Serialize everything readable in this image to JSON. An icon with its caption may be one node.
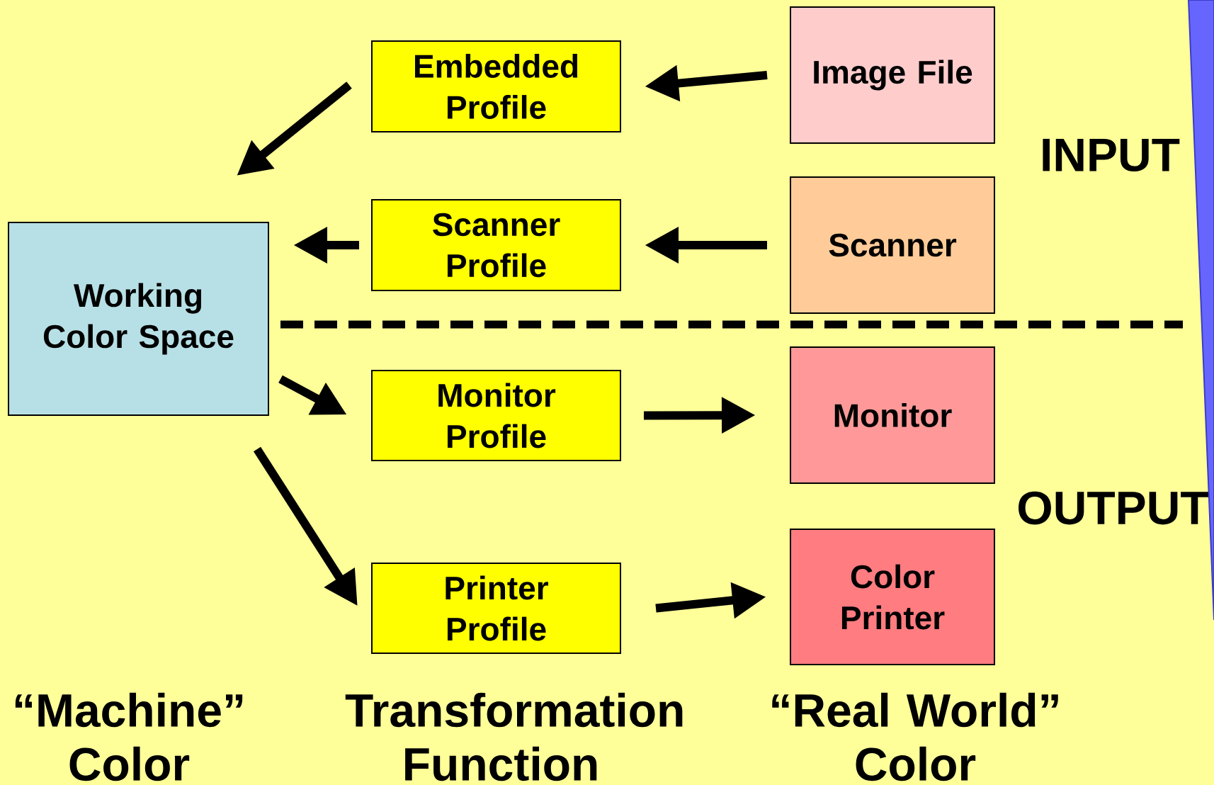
{
  "diagram": {
    "nodes": [
      {
        "text": [
          "Embedded Profile"
        ]
      },
      {
        "text": [
          "Image File"
        ]
      },
      {
        "text": [
          "Scanner Profile"
        ]
      },
      {
        "text": [
          "Scanner"
        ]
      },
      {
        "text": [
          "Working Color Space"
        ]
      },
      {
        "text": [
          "Monitor Profile"
        ]
      },
      {
        "text": [
          "Monitor"
        ]
      },
      {
        "text": [
          "Printer Profile"
        ]
      },
      {
        "text": [
          "Color Printer"
        ]
      }
    ],
    "edges": [
      {
        "from": 1,
        "to": 0,
        "arrow": "to"
      },
      {
        "from": 0,
        "to": 4,
        "arrow": "to"
      },
      {
        "from": 3,
        "to": 2,
        "arrow": "to"
      },
      {
        "from": 2,
        "to": 4,
        "arrow": "to"
      },
      {
        "from": 4,
        "to": 5,
        "arrow": "to"
      },
      {
        "from": 5,
        "to": 6,
        "arrow": "to"
      },
      {
        "from": 4,
        "to": 7,
        "arrow": "to"
      },
      {
        "from": 7,
        "to": 8,
        "arrow": "to"
      }
    ],
    "labels": [
      "INPUT",
      "OUTPUT",
      "“Machine” Color",
      "Transformation Function",
      "“Real World” Color"
    ]
  }
}
